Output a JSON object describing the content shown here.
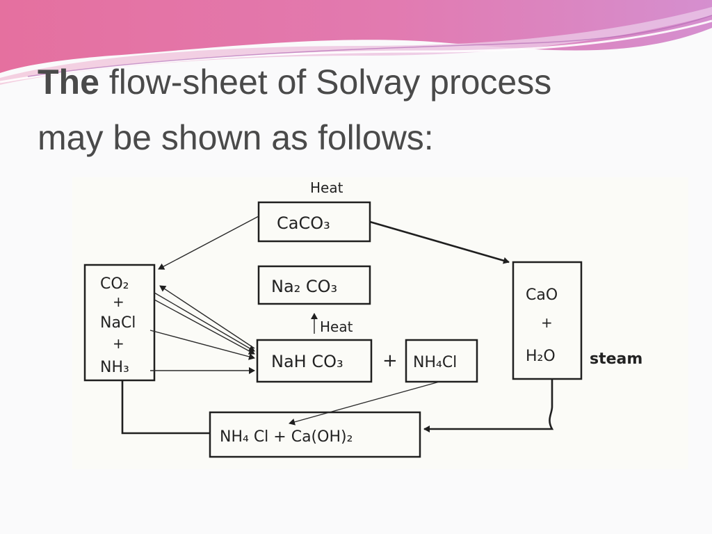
{
  "title": {
    "bold_word": "The",
    "line1_rest": "flow-sheet of Solvay process",
    "line2": "may be shown as follows:"
  },
  "diagram": {
    "heat_top": "Heat",
    "caco3": "CaCO₃",
    "na2co3": "Na₂ CO₃",
    "heat_mid": "Heat",
    "nahco3": "NaH CO₃",
    "plus_middle": "+",
    "nh4cl": "NH₄Cl",
    "reactants": {
      "co2": "CO₂",
      "plus1": "+",
      "nacl": "NaCl",
      "plus2": "+",
      "nh3": "NH₃"
    },
    "cao_box": {
      "cao": "CaO",
      "plus": "+",
      "h2o": "H₂O"
    },
    "steam": "steam",
    "bottom": "NH₄ Cl  +  Ca(OH)₂"
  },
  "colors": {
    "banner_pink": "#e06a9c",
    "banner_violet": "#c98bc9",
    "title_text": "#4a4a4a",
    "ink": "#1f1f1f"
  }
}
